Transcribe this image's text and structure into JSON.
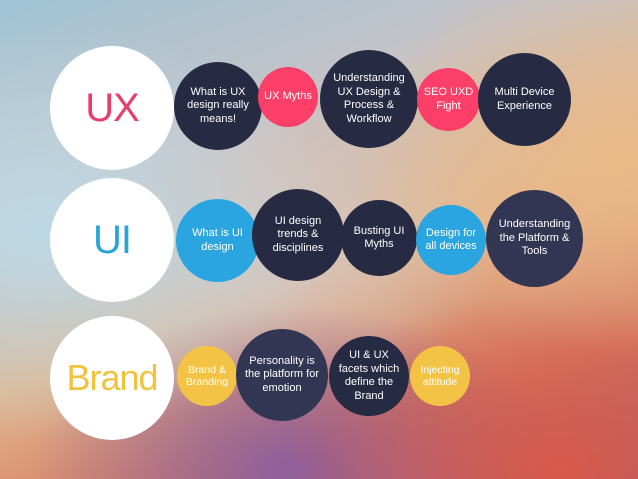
{
  "colors": {
    "ux_title": "#e83e6c",
    "ui_title": "#27a4d9",
    "brand_title": "#f0c23e",
    "dark_circle": "#262a42",
    "pink_circle": "#fb3f68",
    "blue_circle": "#2aa5df",
    "yellow_circle": "#f2c345"
  },
  "rows": {
    "ux": {
      "title": "UX",
      "items": [
        "What is UX design really means!",
        "UX Myths",
        "Understanding UX Design & Process & Workflow",
        "SEO UXD Fight",
        "Multi Device Experience"
      ]
    },
    "ui": {
      "title": "UI",
      "items": [
        "What is UI design",
        "UI design trends & disciplines",
        "Busting UI Myths",
        "Design for all devices",
        "Understanding the Platform & Tools"
      ]
    },
    "brand": {
      "title": "Brand",
      "items": [
        "Brand & Branding",
        "Personality is the platform for emotion",
        "UI & UX facets which define the Brand",
        "Injecting attitude"
      ]
    }
  }
}
